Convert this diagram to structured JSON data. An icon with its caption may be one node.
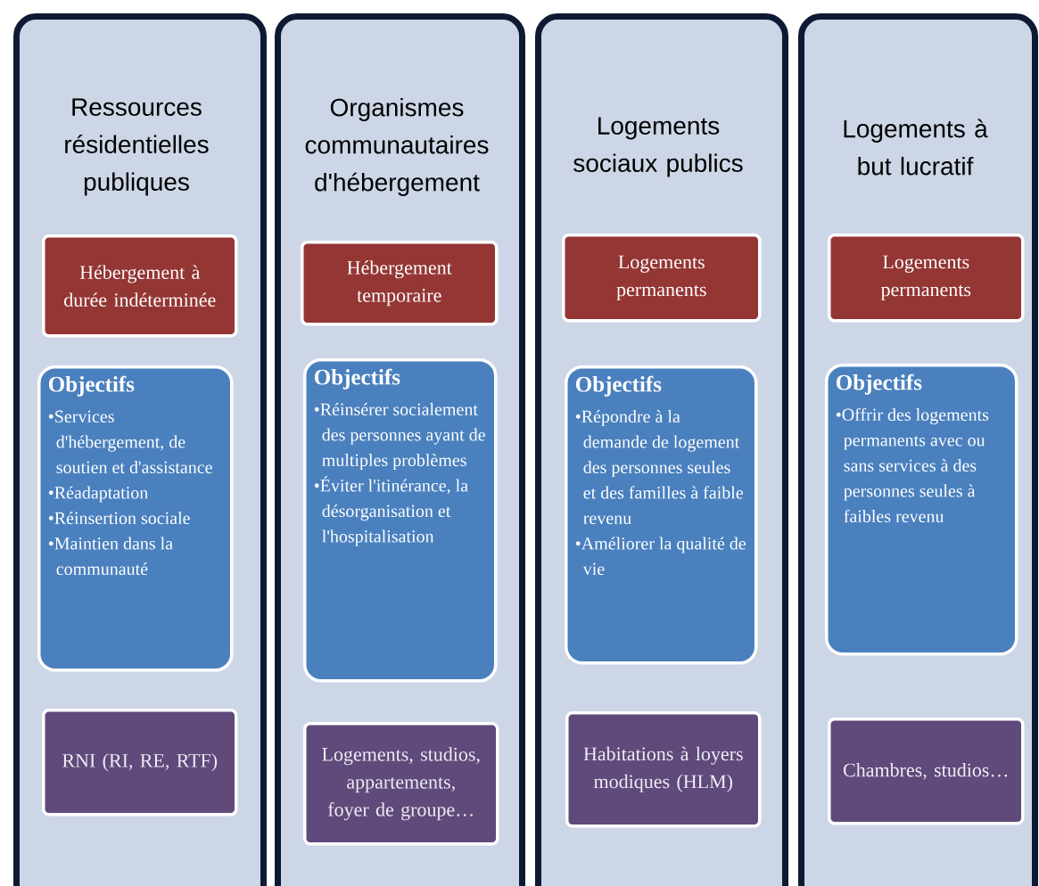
{
  "diagram": {
    "nodes": [
      {
        "text": [
          "Ressources résidentielles publiques"
        ]
      },
      {
        "text": [
          "Hébergement à durée indéterminée"
        ],
        "in": 0
      },
      {
        "text": [
          "Objectifs",
          "•Services d'hébergement, de soutien et d'assistance",
          "•Réadaptation",
          "•Réinsertion sociale",
          "•Maintien dans la communauté"
        ],
        "in": 0
      },
      {
        "text": [
          "RNI (RI, RE, RTF)"
        ],
        "in": 0
      },
      {
        "text": [
          "Organismes communautaires d'hébergement"
        ]
      },
      {
        "text": [
          "Hébergement temporaire"
        ],
        "in": 4
      },
      {
        "text": [
          "Objectifs",
          "•Réinsérer socialement des personnes ayant de multiples problèmes",
          "•Éviter l'itinérance, la désorganisation et l'hospitalisation"
        ],
        "in": 4
      },
      {
        "text": [
          "Logements, studios, appartements, foyer de groupe…"
        ],
        "in": 4
      },
      {
        "text": [
          "Logements sociaux publics"
        ]
      },
      {
        "text": [
          "Logements permanents"
        ],
        "in": 8
      },
      {
        "text": [
          "Objectifs",
          "•Répondre à la demande de logement des personnes seules et des familles à faible revenu",
          "•Améliorer la qualité de vie"
        ],
        "in": 8
      },
      {
        "text": [
          "Habitations à loyers modiques (HLM)"
        ],
        "in": 8
      },
      {
        "text": [
          "Logements à but lucratif"
        ]
      },
      {
        "text": [
          "Logements permanents"
        ],
        "in": 12
      },
      {
        "text": [
          "Objectifs",
          "•Offrir des logements permanents avec ou sans services à des personnes seules à faibles revenu"
        ],
        "in": 12
      },
      {
        "text": [
          "Chambres, studios…"
        ],
        "in": 12
      }
    ]
  }
}
